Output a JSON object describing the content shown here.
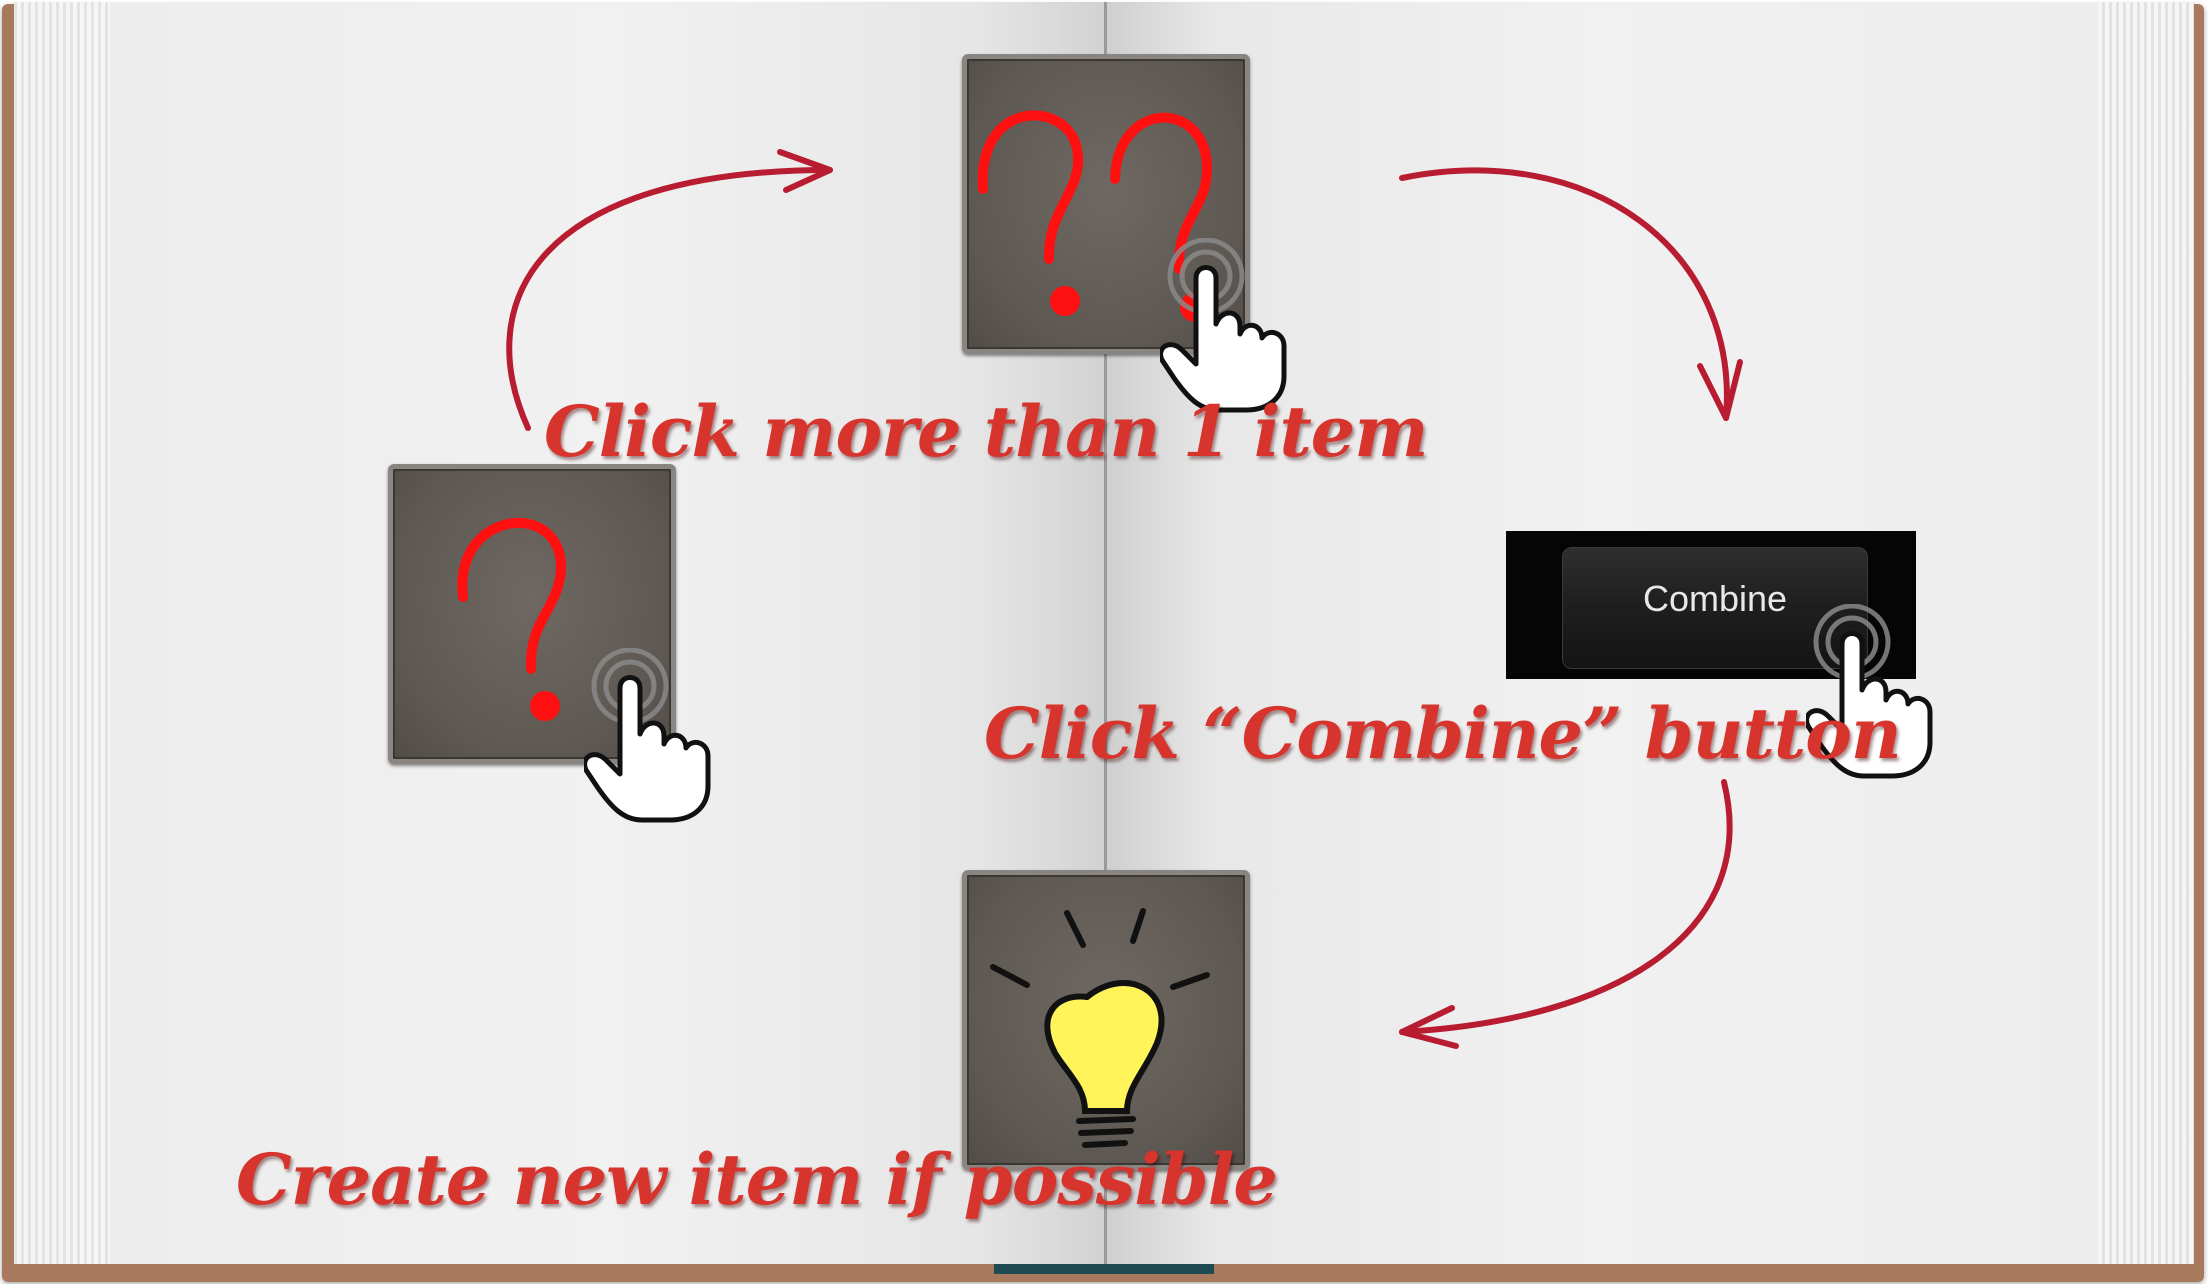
{
  "tutorial": {
    "step1_caption": "Click more than 1 item",
    "step2_caption": "Click “Combine” button",
    "step3_caption": "Create new item if possible",
    "combine_button_label": "Combine"
  },
  "icons": {
    "single_item": "question-mark-icon",
    "multiple_items": "double-question-mark-icon",
    "result": "light-bulb-icon",
    "pointer": "tap-hand-icon"
  },
  "colors": {
    "caption": "#d6342c",
    "arrow": "#b81c30",
    "question_mark": "#ff1010",
    "bulb": "#fff45a",
    "tile": "#5e5853",
    "book_cover": "#a8795c"
  }
}
